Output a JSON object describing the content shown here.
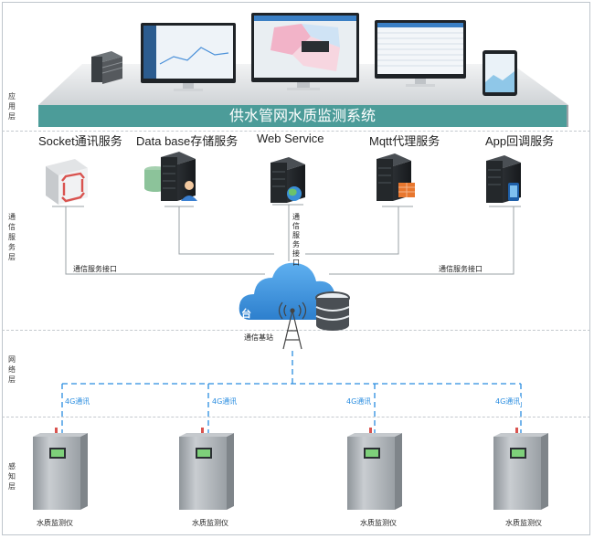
{
  "title": "供水管网水质监测系统",
  "layers": {
    "application": "应用层",
    "communication": "通信服务层",
    "network": "网络层",
    "perception": "感知层"
  },
  "services": [
    "Socket通讯服务",
    "Data base存储服务",
    "Web Service",
    "Mqtt代理服务",
    "App回调服务"
  ],
  "links": {
    "left_interface": "通信服务接口",
    "right_interface": "通信服务接口",
    "center_interface": "通信服务接口",
    "cloud_text": "台",
    "base_station": "通信基站"
  },
  "network_links": [
    "4G通讯",
    "4G通讯",
    "4G通讯",
    "4G通讯"
  ],
  "devices": [
    "水质监测仪",
    "水质监测仪",
    "水质监测仪",
    "水质监测仪"
  ],
  "colors": {
    "banner": "#4c9c99",
    "cloud": "#3a8fd8",
    "link_4g": "#2a8de0",
    "cabinet": "#a9aeb3"
  }
}
